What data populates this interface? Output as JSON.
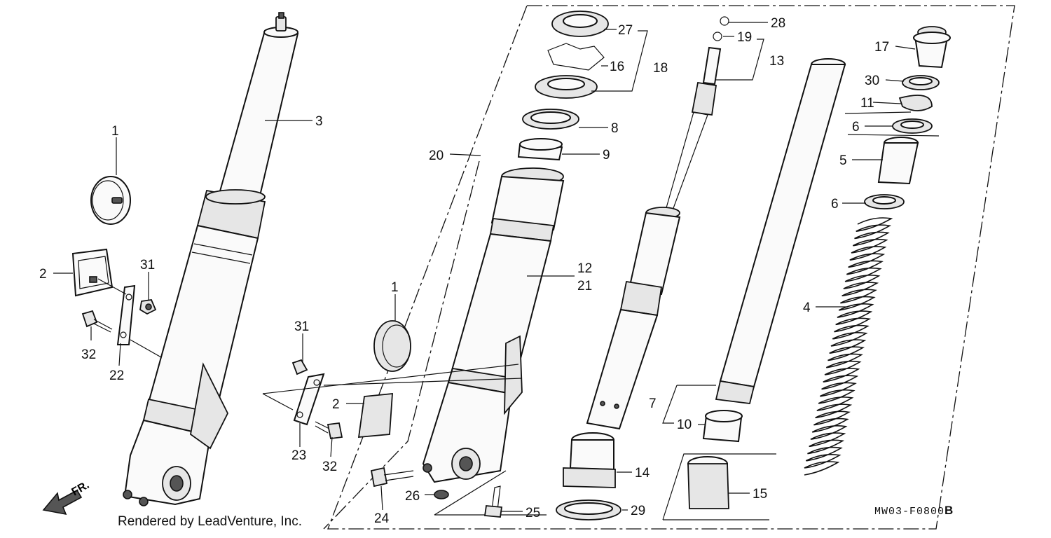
{
  "diagram": {
    "credit": "Rendered by LeadVenture, Inc.",
    "code_prefix": "MW03-F0800",
    "code_suffix": "B",
    "direction_label": "FR."
  },
  "callouts": [
    {
      "id": "p1a",
      "label": "1"
    },
    {
      "id": "p2a",
      "label": "2"
    },
    {
      "id": "p31a",
      "label": "31"
    },
    {
      "id": "p32a",
      "label": "32"
    },
    {
      "id": "p22",
      "label": "22"
    },
    {
      "id": "p3",
      "label": "3"
    },
    {
      "id": "p31b",
      "label": "31"
    },
    {
      "id": "p2b",
      "label": "2"
    },
    {
      "id": "p23",
      "label": "23"
    },
    {
      "id": "p32b",
      "label": "32"
    },
    {
      "id": "p24",
      "label": "24"
    },
    {
      "id": "p26",
      "label": "26"
    },
    {
      "id": "p25",
      "label": "25"
    },
    {
      "id": "p1b",
      "label": "1"
    },
    {
      "id": "p20",
      "label": "20"
    },
    {
      "id": "p27",
      "label": "27"
    },
    {
      "id": "p16",
      "label": "16"
    },
    {
      "id": "p18",
      "label": "18"
    },
    {
      "id": "p8",
      "label": "8"
    },
    {
      "id": "p9",
      "label": "9"
    },
    {
      "id": "p12",
      "label": "12"
    },
    {
      "id": "p21",
      "label": "21"
    },
    {
      "id": "p28",
      "label": "28"
    },
    {
      "id": "p19",
      "label": "19"
    },
    {
      "id": "p13",
      "label": "13"
    },
    {
      "id": "p14",
      "label": "14"
    },
    {
      "id": "p29",
      "label": "29"
    },
    {
      "id": "p7",
      "label": "7"
    },
    {
      "id": "p10",
      "label": "10"
    },
    {
      "id": "p15",
      "label": "15"
    },
    {
      "id": "p17",
      "label": "17"
    },
    {
      "id": "p30",
      "label": "30"
    },
    {
      "id": "p11",
      "label": "11"
    },
    {
      "id": "p6a",
      "label": "6"
    },
    {
      "id": "p5",
      "label": "5"
    },
    {
      "id": "p6b",
      "label": "6"
    },
    {
      "id": "p4",
      "label": "4"
    }
  ]
}
